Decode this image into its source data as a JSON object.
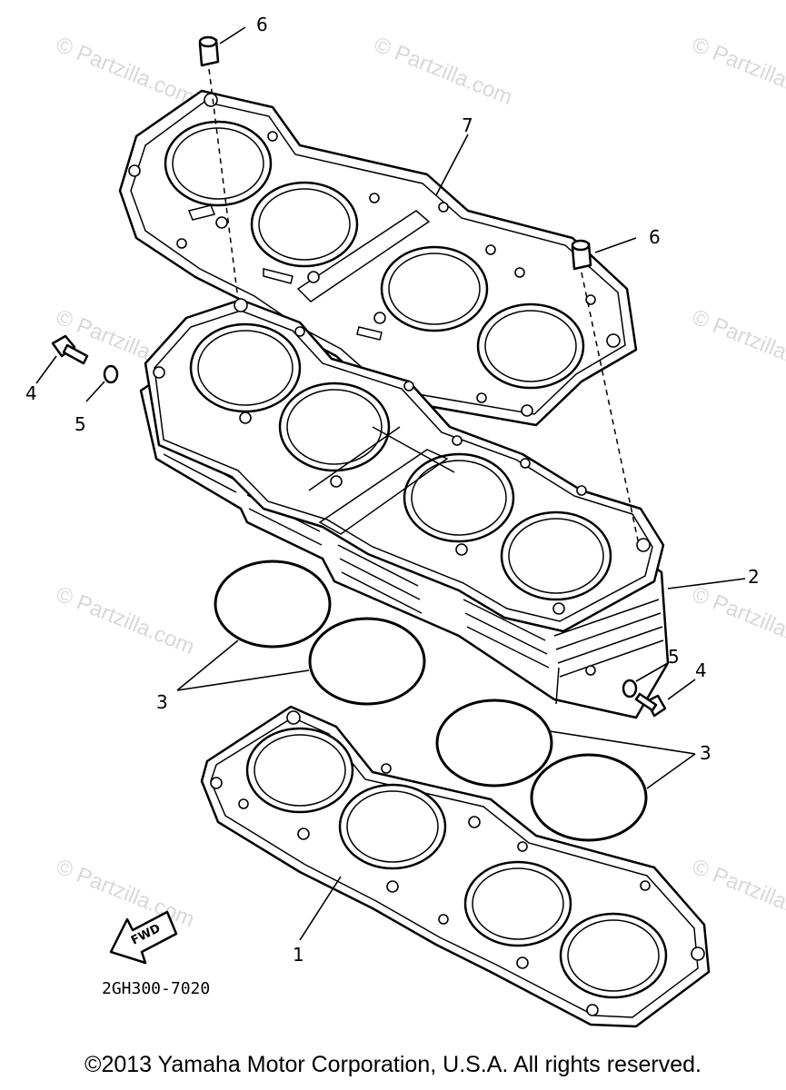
{
  "watermark_text": "© Partzilla.com",
  "callouts": {
    "c1": "1",
    "c2": "2",
    "c3a": "3",
    "c3b": "3",
    "c4a": "4",
    "c4b": "4",
    "c5a": "5",
    "c5b": "5",
    "c6a": "6",
    "c6b": "6",
    "c7": "7"
  },
  "fwd_label": "FWD",
  "diagram_code": "2GH300-7020",
  "copyright": "©2013 Yamaha Motor Corporation, U.S.A. All rights reserved."
}
